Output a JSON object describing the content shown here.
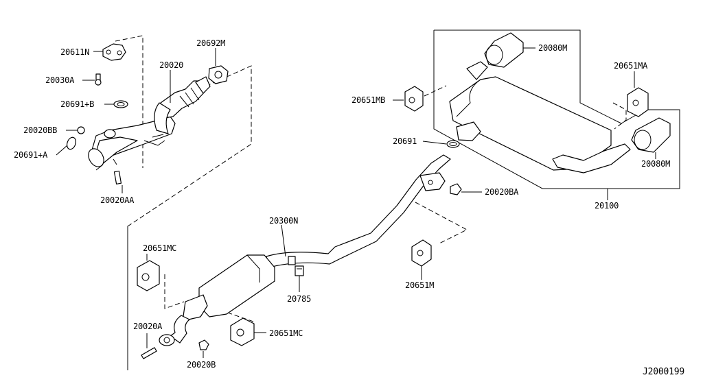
{
  "diagram": {
    "code": "J2000199",
    "labels": {
      "p20611N": "20611N",
      "p20030A": "20030A",
      "p20691B": "20691+B",
      "p20020BB": "20020BB",
      "p20691A": "20691+A",
      "p20020AA": "20020AA",
      "p20020": "20020",
      "p20692M": "20692M",
      "p20080M_top": "20080M",
      "p20651MA": "20651MA",
      "p20651MB": "20651MB",
      "p20691": "20691",
      "p20080M_right": "20080M",
      "p20020BA": "20020BA",
      "p20100": "20100",
      "p20300N": "20300N",
      "p20651MC_left": "20651MC",
      "p20785": "20785",
      "p20651M": "20651M",
      "p20020A": "20020A",
      "p20020B": "20020B",
      "p20651MC_bottom": "20651MC"
    }
  }
}
